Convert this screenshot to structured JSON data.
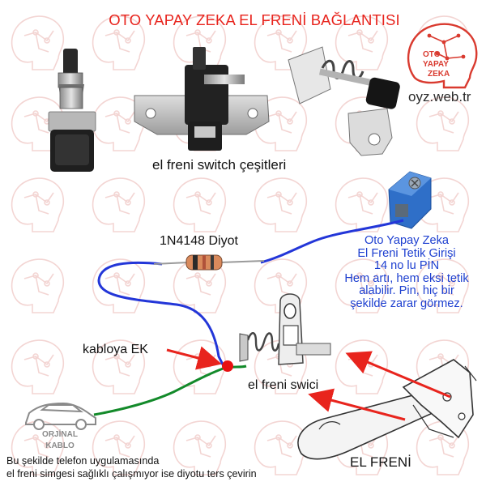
{
  "header": {
    "title": "OTO YAPAY ZEKA EL FRENİ BAĞLANTISI",
    "url": "oyz.web.tr"
  },
  "logo": {
    "line1": "OTO",
    "line2": "YAPAY",
    "line3": "ZEKA"
  },
  "labels": {
    "switch_types": "el freni switch çeşitleri",
    "diode": "1N4148 Diyot",
    "cable_joint": "kabloya EK",
    "handbrake_switch": "el freni swici",
    "handbrake": "EL FRENİ"
  },
  "info": {
    "lines": [
      "Oto Yapay Zeka",
      "El Freni Tetik Girişi",
      "14 no lu PİN",
      "Hem artı, hem eksi tetik",
      "alabilir. Pin, hiç bir",
      "şekilde zarar görmez."
    ]
  },
  "original_cable": {
    "line1": "ORJİNAL",
    "line2": "KABLO"
  },
  "note": {
    "line1": "Bu şekilde telefon uygulamasında",
    "line2": "el freni simgesi sağlıklı çalışmıyor ise diyotu ters çevirin"
  },
  "colors": {
    "title": "#e8241d",
    "info_text": "#1d3fd0",
    "blue_wire": "#2336d8",
    "green_wire": "#138a2a",
    "arrow": "#e8241d",
    "joint_dot": "#e81010",
    "connector": "#2f6fc8",
    "logo": "#d93a2f"
  }
}
